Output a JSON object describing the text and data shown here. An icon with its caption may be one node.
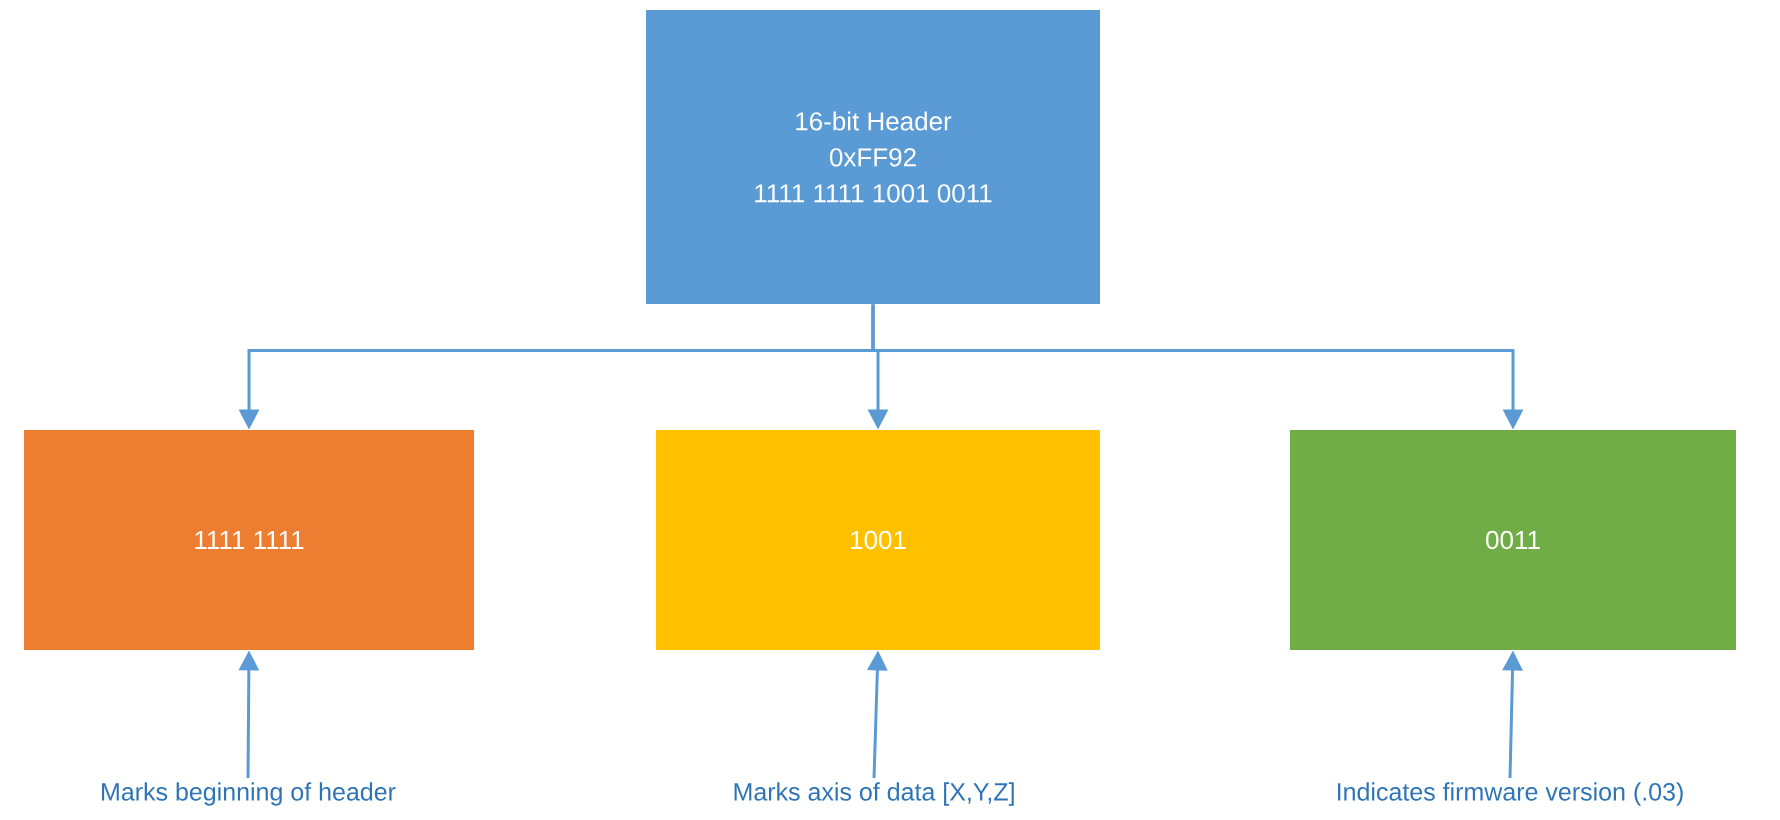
{
  "diagram": {
    "nodes": [
      {
        "text": [
          "16-bit Header",
          "0xFF92",
          "1111 1111 1001 0011"
        ]
      },
      {
        "text": [
          "1111 1111"
        ]
      },
      {
        "text": [
          "1001"
        ]
      },
      {
        "text": [
          "0011"
        ]
      },
      {
        "text": [
          "Marks beginning of header"
        ]
      },
      {
        "text": [
          "Marks axis of data [X,Y,Z]"
        ]
      },
      {
        "text": [
          "Indicates firmware version (.03)"
        ]
      }
    ],
    "edges": [
      {
        "from": 0,
        "to": 1,
        "arrow": "to"
      },
      {
        "from": 0,
        "to": 2,
        "arrow": "to"
      },
      {
        "from": 0,
        "to": 3,
        "arrow": "to"
      },
      {
        "from": 4,
        "to": 1,
        "arrow": "to"
      },
      {
        "from": 5,
        "to": 2,
        "arrow": "to"
      },
      {
        "from": 6,
        "to": 3,
        "arrow": "to"
      }
    ]
  }
}
